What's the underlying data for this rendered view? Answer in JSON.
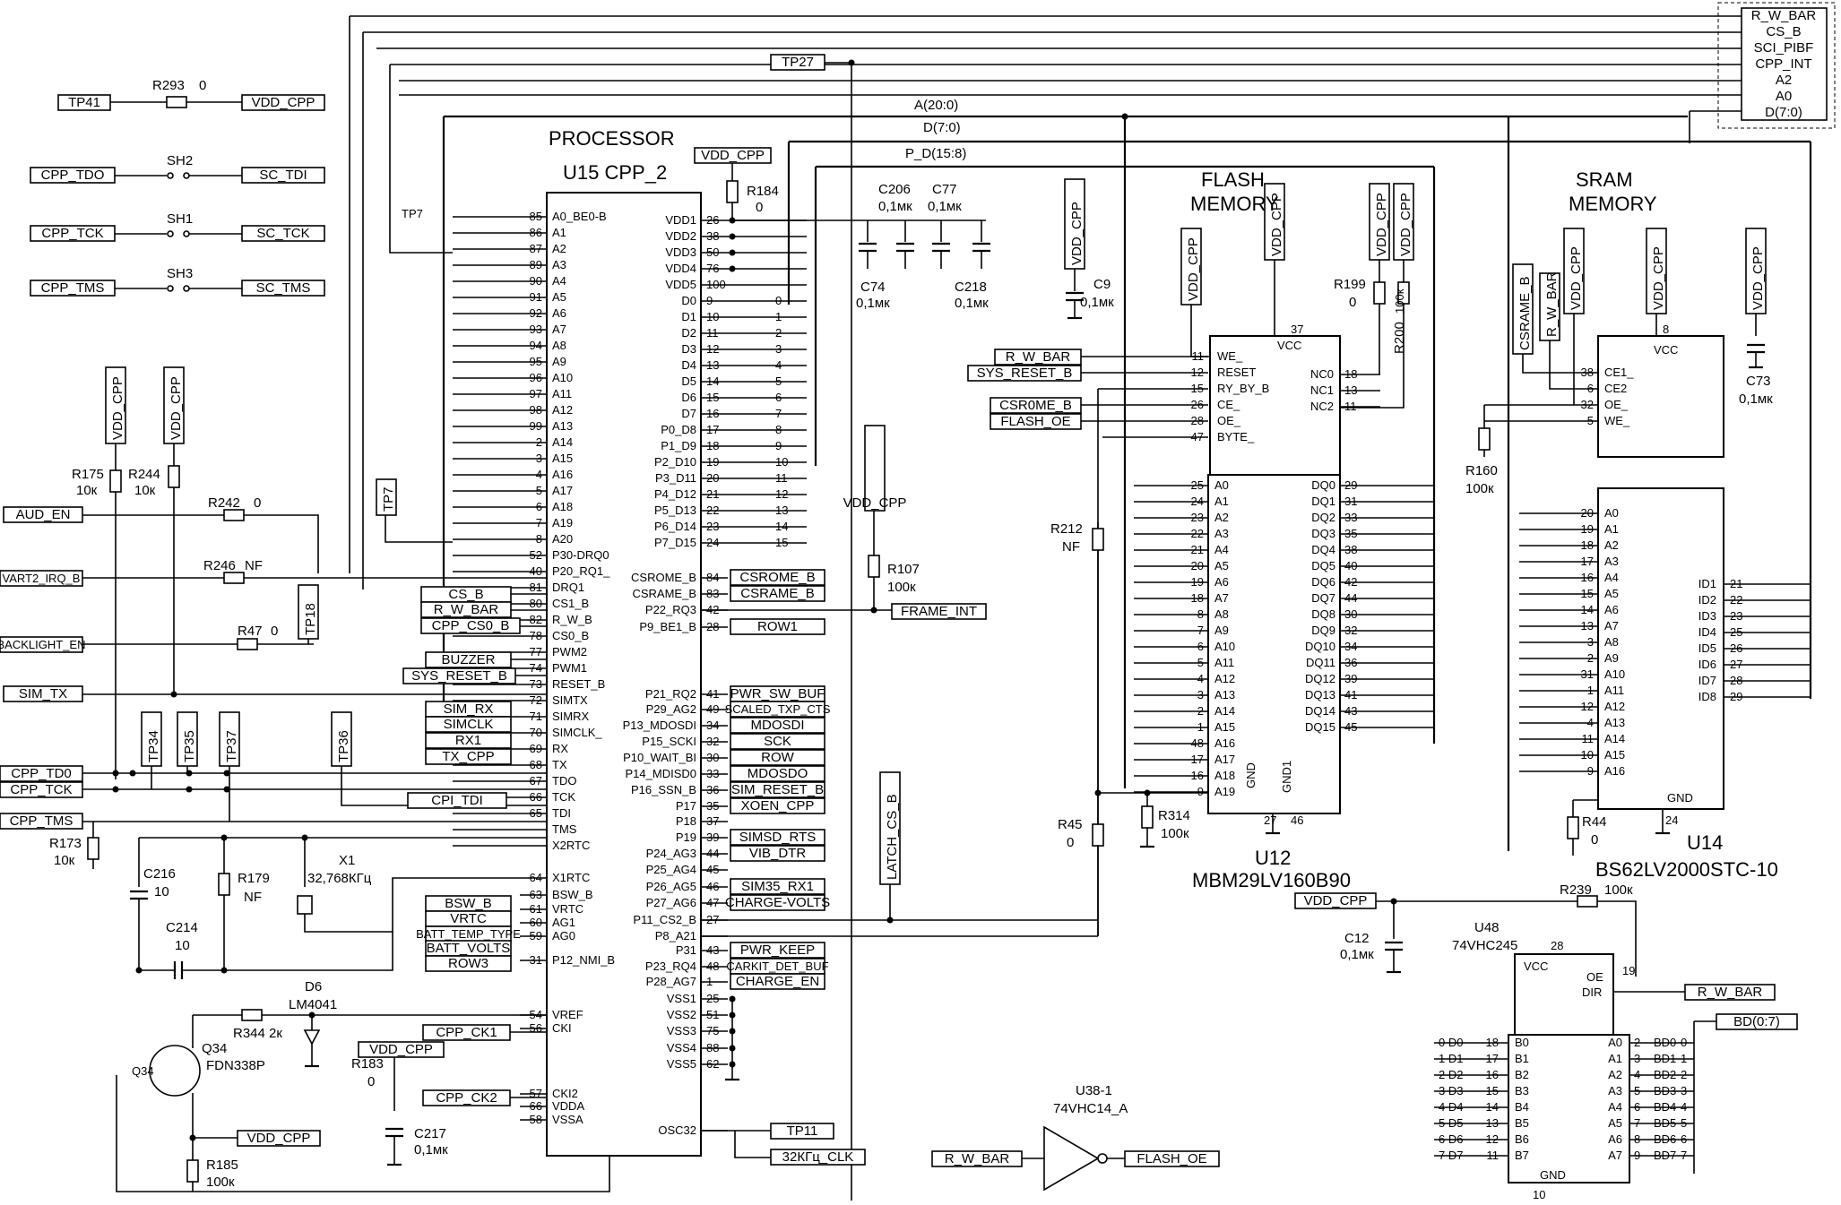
{
  "sheet": {
    "processor_title": "PROCESSOR",
    "flash_title": [
      "FLASH",
      "MEMORY"
    ],
    "sram_title": [
      "SRAM",
      "MEMORY"
    ]
  },
  "u15": {
    "ref": "U15 CPP_2",
    "left_pins": [
      {
        "sig": "A0_BE0-B",
        "num": "85"
      },
      {
        "sig": "A1",
        "num": "86"
      },
      {
        "sig": "A2",
        "num": "87"
      },
      {
        "sig": "A3",
        "num": "89"
      },
      {
        "sig": "A4",
        "num": "90"
      },
      {
        "sig": "A5",
        "num": "91"
      },
      {
        "sig": "A6",
        "num": "92"
      },
      {
        "sig": "A7",
        "num": "93"
      },
      {
        "sig": "A8",
        "num": "94"
      },
      {
        "sig": "A9",
        "num": "95"
      },
      {
        "sig": "A10",
        "num": "96"
      },
      {
        "sig": "A11",
        "num": "97"
      },
      {
        "sig": "A12",
        "num": "98"
      },
      {
        "sig": "A13",
        "num": "99"
      },
      {
        "sig": "A14",
        "num": "2"
      },
      {
        "sig": "A15",
        "num": "3"
      },
      {
        "sig": "A16",
        "num": "4"
      },
      {
        "sig": "A17",
        "num": "5"
      },
      {
        "sig": "A18",
        "num": "6"
      },
      {
        "sig": "A19",
        "num": "7"
      },
      {
        "sig": "A20",
        "num": "8"
      },
      {
        "sig": "P30-DRQ0",
        "num": "52"
      },
      {
        "sig": "P20_RQ1_",
        "num": "40"
      },
      {
        "sig": "DRQ1",
        "num": "81"
      },
      {
        "sig": "CS1_B",
        "num": "80"
      },
      {
        "sig": "R_W_B",
        "num": "82"
      },
      {
        "sig": "CS0_B",
        "num": "78"
      },
      {
        "sig": "PWM2",
        "num": "77"
      },
      {
        "sig": "PWM1",
        "num": "74"
      },
      {
        "sig": "RESET_B",
        "num": "73"
      },
      {
        "sig": "SIMTX",
        "num": "72"
      },
      {
        "sig": "SIMRX",
        "num": "71"
      },
      {
        "sig": "SIMCLK_",
        "num": "70"
      },
      {
        "sig": "RX",
        "num": "69"
      },
      {
        "sig": "TX",
        "num": "68"
      },
      {
        "sig": "TDO",
        "num": "67"
      },
      {
        "sig": "TCK",
        "num": "66"
      },
      {
        "sig": "TDI",
        "num": "65"
      },
      {
        "sig": "TMS",
        "num": ""
      },
      {
        "sig": "X2RTC",
        "num": ""
      }
    ],
    "left_extra": [
      {
        "sig": "X1RTC",
        "num": "64"
      },
      {
        "sig": "BSW_B",
        "num": "63"
      },
      {
        "sig": "VRTC",
        "num": "61"
      },
      {
        "sig": "AG1",
        "num": "60"
      },
      {
        "sig": "AG0",
        "num": "59"
      },
      {
        "sig": "P12_NMI_B",
        "num": "31"
      },
      {
        "sig": "VREF",
        "num": "54"
      },
      {
        "sig": "CKI",
        "num": "56"
      },
      {
        "sig": "CKI2",
        "num": "57"
      },
      {
        "sig": "VDDA",
        "num": "66"
      },
      {
        "sig": "VSSA",
        "num": "58"
      }
    ],
    "right_pins": [
      {
        "sig": "VDD1",
        "num": "26"
      },
      {
        "sig": "VDD2",
        "num": "38"
      },
      {
        "sig": "VDD3",
        "num": "50"
      },
      {
        "sig": "VDD4",
        "num": "76"
      },
      {
        "sig": "VDD5",
        "num": "100"
      },
      {
        "sig": "D0",
        "num": "9"
      },
      {
        "sig": "D1",
        "num": "10"
      },
      {
        "sig": "D2",
        "num": "11"
      },
      {
        "sig": "D3",
        "num": "12"
      },
      {
        "sig": "D4",
        "num": "13"
      },
      {
        "sig": "D5",
        "num": "14"
      },
      {
        "sig": "D6",
        "num": "15"
      },
      {
        "sig": "D7",
        "num": "16"
      },
      {
        "sig": "P0_D8",
        "num": "17"
      },
      {
        "sig": "P1_D9",
        "num": "18"
      },
      {
        "sig": "P2_D10",
        "num": "19"
      },
      {
        "sig": "P3_D11",
        "num": "20"
      },
      {
        "sig": "P4_D12",
        "num": "21"
      },
      {
        "sig": "P5_D13",
        "num": "22"
      },
      {
        "sig": "P6_D14",
        "num": "23"
      },
      {
        "sig": "P7_D15",
        "num": "24"
      }
    ],
    "right_ctrl": [
      {
        "sig": "CSROME_B",
        "num": "84"
      },
      {
        "sig": "CSRAME_B",
        "num": "83"
      },
      {
        "sig": "P22_RQ3",
        "num": "42"
      },
      {
        "sig": "P9_BE1_B",
        "num": "28"
      },
      {
        "sig": "P21_RQ2",
        "num": "41"
      },
      {
        "sig": "P29_AG2",
        "num": "49"
      },
      {
        "sig": "P13_MDOSDI",
        "num": "34"
      },
      {
        "sig": "P15_SCKI",
        "num": "32"
      },
      {
        "sig": "P10_WAIT_BI",
        "num": "30"
      },
      {
        "sig": "P14_MDISD0",
        "num": "33"
      },
      {
        "sig": "P16_SSN_B",
        "num": "36"
      },
      {
        "sig": "P17",
        "num": "35"
      },
      {
        "sig": "P18",
        "num": "37"
      },
      {
        "sig": "P19",
        "num": "39"
      },
      {
        "sig": "P24_AG3",
        "num": "44"
      },
      {
        "sig": "P25_AG4",
        "num": "45"
      },
      {
        "sig": "P26_AG5",
        "num": "46"
      },
      {
        "sig": "P27_AG6",
        "num": "47"
      },
      {
        "sig": "P11_CS2_B",
        "num": "27"
      },
      {
        "sig": "P8_A21",
        "num": ""
      },
      {
        "sig": "P31",
        "num": "43"
      },
      {
        "sig": "P23_RQ4",
        "num": "48"
      },
      {
        "sig": "P28_AG7",
        "num": "1"
      },
      {
        "sig": "VSS1",
        "num": "25"
      },
      {
        "sig": "VSS2",
        "num": "51"
      },
      {
        "sig": "VSS3",
        "num": "75"
      },
      {
        "sig": "VSS4",
        "num": "88"
      },
      {
        "sig": "VSS5",
        "num": "62"
      },
      {
        "sig": "OSC32",
        "num": ""
      }
    ]
  },
  "net_labels": {
    "tp41": "TP41",
    "vdd_cpp": "VDD_CPP",
    "cpp_tdo": "CPP_TDO",
    "sc_tdi": "SC_TDI",
    "cpp_tck": "CPP_TCK",
    "sc_tck": "SC_TCK",
    "cpp_tms": "CPP_TMS",
    "sc_tms": "SC_TMS",
    "tp27": "TP27",
    "aud_en": "AUD_EN",
    "vart2": "VART2_IRQ_B",
    "backlight": "BACKLIGHT_EN",
    "sim_tx": "SIM_TX",
    "cpp_tdo2": "CPP_TD0",
    "cpp_tck2": "CPP_TCK",
    "cpp_tms2": "CPP_TMS",
    "cpi_tdi": "CPI_TDI",
    "cs_b": "CS_B",
    "r_w_bar": "R_W_BAR",
    "cpp_cs0_b": "CPP_CS0_B",
    "buzzer": "BUZZER",
    "sys_reset_b": "SYS_RESET_B",
    "sim_rx": "SIM_RX",
    "simclk": "SIMCLK",
    "rx1": "RX1",
    "tx_cpp": "TX_CPP",
    "bsw_b": "BSW_B",
    "vrtc": "VRTC",
    "batt_temp": "BATT_TEMP_TYPE",
    "batt_volts": "BATT_VOLTS",
    "row3": "ROW3",
    "cpp_ck1": "CPP_CK1",
    "cpp_ck2": "CPP_CK2",
    "csrome_b": "CSROME_B",
    "csrame_b": "CSRAME_B",
    "frame_int": "FRAME_INT",
    "row1": "ROW1",
    "pwr_sw_buf": "PWR_SW_BUF",
    "scaled_txp": "SCALED_TXP_CTS",
    "mdosdi": "MDOSDI",
    "sck": "SCK",
    "row": "ROW",
    "mdosdo": "MDOSDO",
    "sim_reset": "SIM_RESET_B",
    "xoen": "XOEN_CPP",
    "simsd_rts": "SIMSD_RTS",
    "vib_dtr": "VIB_DTR",
    "sim35": "SIM35_RX1",
    "charge_volts": "CHARGE-VOLTS",
    "pwr_keep": "PWR_KEEP",
    "carkit": "CARKIT_DET_BUF",
    "charge_en": "CHARGE_EN",
    "tp11": "TP11",
    "clk32": "32КГц_CLK",
    "latch": "LATCH_CS_B",
    "flash_oe": "FLASH_OE",
    "csr0me": "CSR0ME_B",
    "bd07": "BD(0:7)",
    "bus_a": "A(20:0)",
    "bus_d": "D(7:0)",
    "bus_pd": "P_D(15:8)",
    "tp7": "TP7",
    "tp18": "TP18",
    "tp34": "TP34",
    "tp35": "TP35",
    "tp37": "TP37",
    "tp36": "TP36"
  },
  "connector": [
    "R_W_BAR",
    "CS_B",
    "SCI_PIBF",
    "CPP_INT",
    "A2",
    "A0",
    "D(7:0)"
  ],
  "parts": {
    "r293": "R293",
    "r293v": "0",
    "sh2": "SH2",
    "sh1": "SH1",
    "sh3": "SH3",
    "r184": "R184",
    "r184v": "0",
    "c206": "C206",
    "c206v": "0,1мк",
    "c77": "C77",
    "c77v": "0,1мк",
    "c74": "C74",
    "c74v": "0,1мк",
    "c218": "C218",
    "c218v": "0,1мк",
    "c9": "C9",
    "c9v": "0,1мк",
    "r175": "R175",
    "r175v": "10к",
    "r244": "R244",
    "r244v": "10к",
    "r242": "R242",
    "r242v": "0",
    "r246": "R246",
    "r246v": "NF",
    "r47": "R47",
    "r47v": "0",
    "r173": "R173",
    "r173v": "10к",
    "c216": "C216",
    "c216v": "10",
    "r179": "R179",
    "r179v": "NF",
    "x1": "X1",
    "x1v": "32,768КГц",
    "c214": "C214",
    "c214v": "10",
    "d6": "D6",
    "d6v": "LM4041",
    "r344": "R344",
    "r344v": "2к",
    "q34": "Q34",
    "q34v": "FDN338P",
    "r183": "R183",
    "r183v": "0",
    "c217": "C217",
    "c217v": "0,1мк",
    "r185": "R185",
    "r185v": "100к",
    "r107": "R107",
    "r107v": "100к",
    "r212": "R212",
    "r212v": "NF",
    "r45": "R45",
    "r45v": "0",
    "r314": "R314",
    "r314v": "100к",
    "r199": "R199",
    "r199v": "0",
    "r200": "R200",
    "r200v": "100к",
    "r160": "R160",
    "r160v": "100к",
    "c73": "C73",
    "c73v": "0,1мк",
    "r44": "R44",
    "r44v": "0",
    "r239": "R239",
    "r239v": "100к",
    "c12": "C12",
    "c12v": "0,1мк",
    "u38": "U38-1",
    "u38v": "74VHC14_A",
    "u48": "U48",
    "u48v": "74VHC245",
    "u12": "U12",
    "u12v": "MBM29LV160B90",
    "u14": "U14",
    "u14v": "BS62LV2000STC-10"
  },
  "u12": {
    "top": [
      "WE_",
      "RESET",
      "RY_BY_B",
      "CE_",
      "OE_",
      "BYTE_"
    ],
    "top_nums": [
      "11",
      "12",
      "15",
      "26",
      "28",
      "47"
    ],
    "nc": [
      "NC0",
      "NC1",
      "NC2"
    ],
    "nc_nums": [
      "18",
      "13",
      "11"
    ],
    "vcc": "VCC",
    "vcc_num": "37",
    "addr_nums": [
      "25",
      "24",
      "23",
      "22",
      "21",
      "20",
      "19",
      "18",
      "8",
      "7",
      "6",
      "5",
      "4",
      "3",
      "2",
      "1",
      "48",
      "17",
      "16",
      "9"
    ],
    "dq_nums": [
      "29",
      "31",
      "33",
      "35",
      "38",
      "40",
      "42",
      "44",
      "30",
      "32",
      "34",
      "36",
      "39",
      "41",
      "43",
      "45"
    ],
    "gnd": "GND",
    "gnd1": "GND1",
    "gnd_nums": [
      "27",
      "46"
    ]
  },
  "u14": {
    "ctrl": [
      "CE1_",
      "CE2",
      "OE_",
      "WE_"
    ],
    "ctrl_nums": [
      "38",
      "6",
      "32",
      "5"
    ],
    "vcc": "VCC",
    "vcc_num": "8",
    "addr_nums": [
      "20",
      "19",
      "18",
      "17",
      "16",
      "15",
      "14",
      "13",
      "3",
      "2",
      "31",
      "1",
      "12",
      "4",
      "11",
      "10",
      "9"
    ],
    "id_nums": [
      "21",
      "22",
      "23",
      "25",
      "26",
      "27",
      "28",
      "29"
    ],
    "gnd": "GND",
    "gnd_num": "24"
  },
  "u48": {
    "vcc": "VCC",
    "vcc_num": "28",
    "oe": "OE",
    "dir": "DIR",
    "oe_num": "19",
    "b_nums": [
      "18",
      "17",
      "16",
      "15",
      "14",
      "13",
      "12",
      "11"
    ],
    "a_nums": [
      "2",
      "3",
      "4",
      "5",
      "6",
      "7",
      "8",
      "9"
    ],
    "gnd": "GND",
    "gnd_num": "10"
  }
}
